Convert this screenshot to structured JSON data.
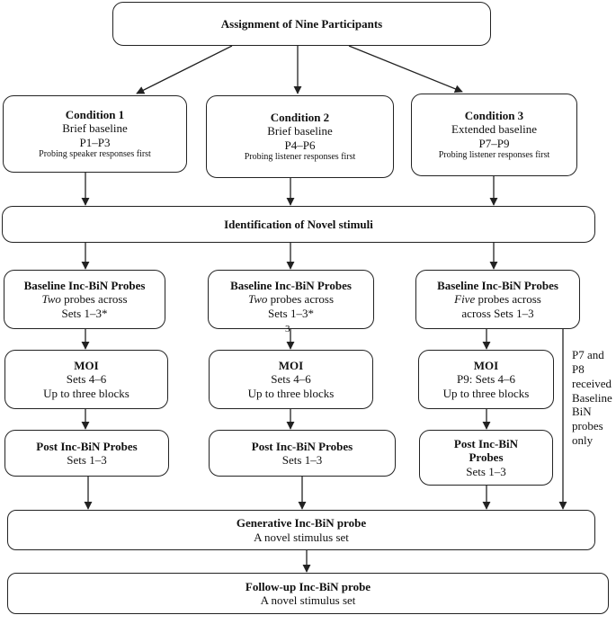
{
  "top": {
    "title": "Assignment of Nine Participants"
  },
  "conditions": [
    {
      "title": "Condition 1",
      "baseline": "Brief baseline",
      "participants": "P1–P3",
      "probing": "Probing speaker responses first"
    },
    {
      "title": "Condition 2",
      "baseline": "Brief baseline",
      "participants": "P4–P6",
      "probing": "Probing listener responses first"
    },
    {
      "title": "Condition 3",
      "baseline": "Extended baseline",
      "participants": "P7–P9",
      "probing": "Probing listener responses first"
    }
  ],
  "identification": {
    "title": "Identification of Novel stimuli"
  },
  "baseline_probes": [
    {
      "title": "Baseline Inc-BiN Probes",
      "count_word": "Two",
      "line1_rest": " probes across",
      "line2": "Sets 1–3*"
    },
    {
      "title": "Baseline Inc-BiN Probes",
      "count_word": "Two",
      "line1_rest": " probes across",
      "line2": "Sets 1–3*"
    },
    {
      "title": "Baseline Inc-BiN Probes",
      "count_word": "Five",
      "line1_rest": " probes across",
      "line2": "across Sets 1–3"
    }
  ],
  "stray_mark": "3",
  "moi": [
    {
      "title": "MOI",
      "line1": "Sets 4–6",
      "line2": "Up to three blocks"
    },
    {
      "title": "MOI",
      "line1": "Sets 4–6",
      "line2": "Up to three blocks"
    },
    {
      "title": "MOI",
      "line1": "P9: Sets 4–6",
      "line2": "Up to three blocks"
    }
  ],
  "post_probes": [
    {
      "title": "Post Inc-BiN Probes",
      "line1": "Sets 1–3"
    },
    {
      "title": "Post Inc-BiN Probes",
      "line1": "Sets 1–3"
    },
    {
      "title_line1": "Post Inc-BiN",
      "title_line2": "Probes",
      "line1": "Sets 1–3"
    }
  ],
  "side_note": [
    "P7 and",
    "P8",
    "received",
    "Baseline",
    "BiN",
    "probes",
    "only"
  ],
  "generative": {
    "title": "Generative Inc-BiN probe",
    "subtitle": "A novel stimulus set"
  },
  "followup": {
    "title": "Follow-up Inc-BiN probe",
    "subtitle": "A novel stimulus set"
  }
}
